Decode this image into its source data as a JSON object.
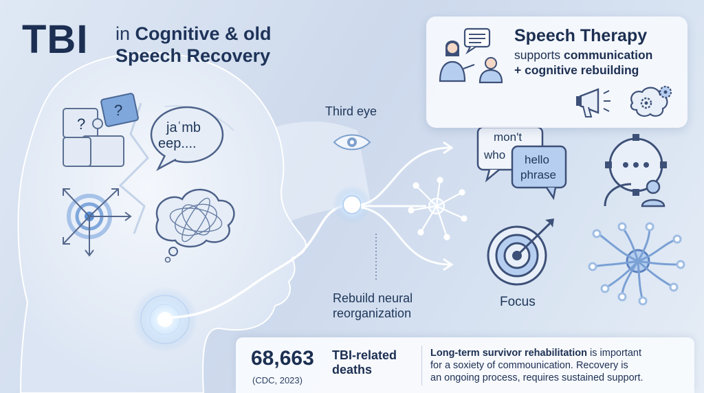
{
  "header": {
    "tbi": "TBI",
    "in_word": "in",
    "line1_rest": "Cognitive & old",
    "line2": "Speech Recovery"
  },
  "speech_card": {
    "title": "Speech Therapy",
    "sub1_plain": "supports",
    "sub1_bold": "communication",
    "sub2": "+ cognitive rebuilding",
    "icons": [
      "therapist-icon",
      "patient-icon",
      "chat-bubble-icon",
      "megaphone-icon",
      "brain-gears-icon"
    ]
  },
  "head_bubbles": {
    "speech_text_line1": "jaʿmb",
    "speech_text_line2": "eep....",
    "puzzle_marks": [
      "?",
      "?"
    ]
  },
  "labels": {
    "third_eye": "Third eye",
    "rebuild_line1": "Rebuild neural",
    "rebuild_line2": "reorganization",
    "focus": "Focus"
  },
  "chat_bubbles": {
    "back_line1": "mon't",
    "back_line2": "who",
    "front_line1": "hello",
    "front_line2": "phrase"
  },
  "stats": {
    "number": "68,663",
    "label_line1": "TBI-related",
    "label_line2": "deaths",
    "source": "(CDC, 2023)",
    "note_bold": "Long-term survivor rehabilitation",
    "note_line1_rest": " is important",
    "note_line2": "for a soxiety of commounication. Recovery is",
    "note_line3": "an ongoing process, requires sustained support."
  },
  "colors": {
    "title": "#1c2f52",
    "accent": "#5b8fd6",
    "light_blue": "#a9c4ea",
    "card_bg": "#f6f9fd"
  }
}
